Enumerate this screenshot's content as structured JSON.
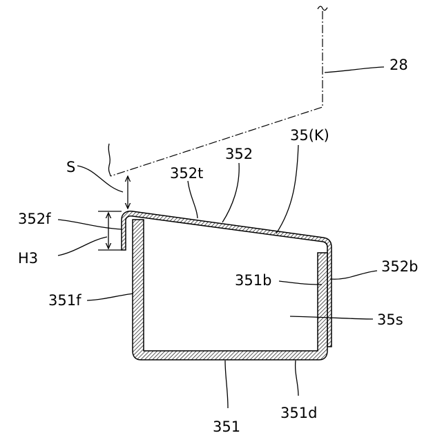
{
  "figure": {
    "labels": {
      "ref_28": "28",
      "ref_35k": "35(K)",
      "ref_352": "352",
      "ref_352t": "352t",
      "ref_s": "S",
      "ref_352f": "352f",
      "ref_h3": "H3",
      "ref_351f": "351f",
      "ref_351b": "351b",
      "ref_352b": "352b",
      "ref_35s": "35s",
      "ref_351": "351",
      "ref_351d": "351d"
    }
  }
}
